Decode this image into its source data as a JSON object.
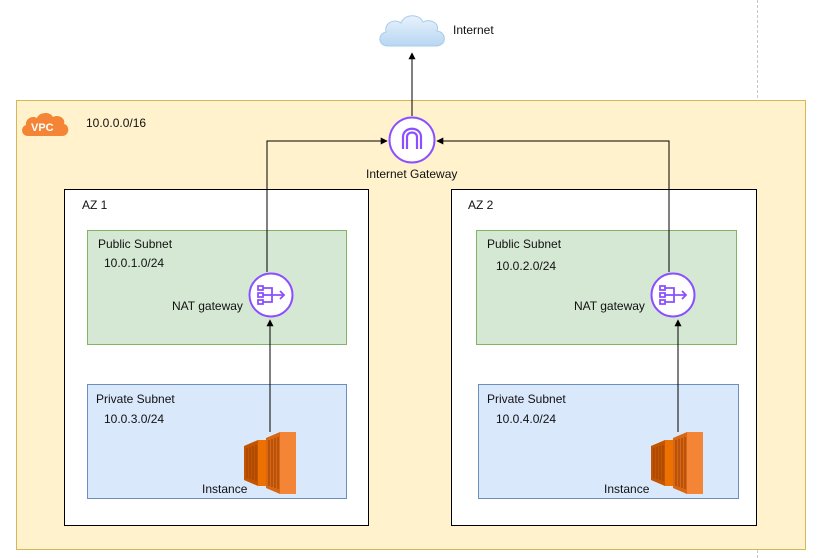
{
  "internet": {
    "label": "Internet"
  },
  "vpc": {
    "badge": "VPC",
    "cidr": "10.0.0.0/16"
  },
  "internet_gateway": {
    "label": "Internet Gateway"
  },
  "zones": [
    {
      "name": "AZ 1",
      "public_subnet": {
        "title": "Public Subnet",
        "cidr": "10.0.1.0/24"
      },
      "nat": {
        "label": "NAT gateway"
      },
      "private_subnet": {
        "title": "Private Subnet",
        "cidr": "10.0.3.0/24"
      },
      "instance": {
        "label": "Instance"
      }
    },
    {
      "name": "AZ 2",
      "public_subnet": {
        "title": "Public Subnet",
        "cidr": "10.0.2.0/24"
      },
      "nat": {
        "label": "NAT gateway"
      },
      "private_subnet": {
        "title": "Private Subnet",
        "cidr": "10.0.4.0/24"
      },
      "instance": {
        "label": "Instance"
      }
    }
  ],
  "colors": {
    "vpc_fill": "#fff2cc",
    "vpc_border": "#d6b656",
    "vpc_badge": "#f58536",
    "public_fill": "#d5e8d4",
    "public_border": "#82b366",
    "private_fill": "#dae8fc",
    "private_border": "#6c8ebf",
    "network_icon": "#8c4fff",
    "ec2_orange": "#ed7100",
    "cloud_blue": "#c4def5"
  }
}
